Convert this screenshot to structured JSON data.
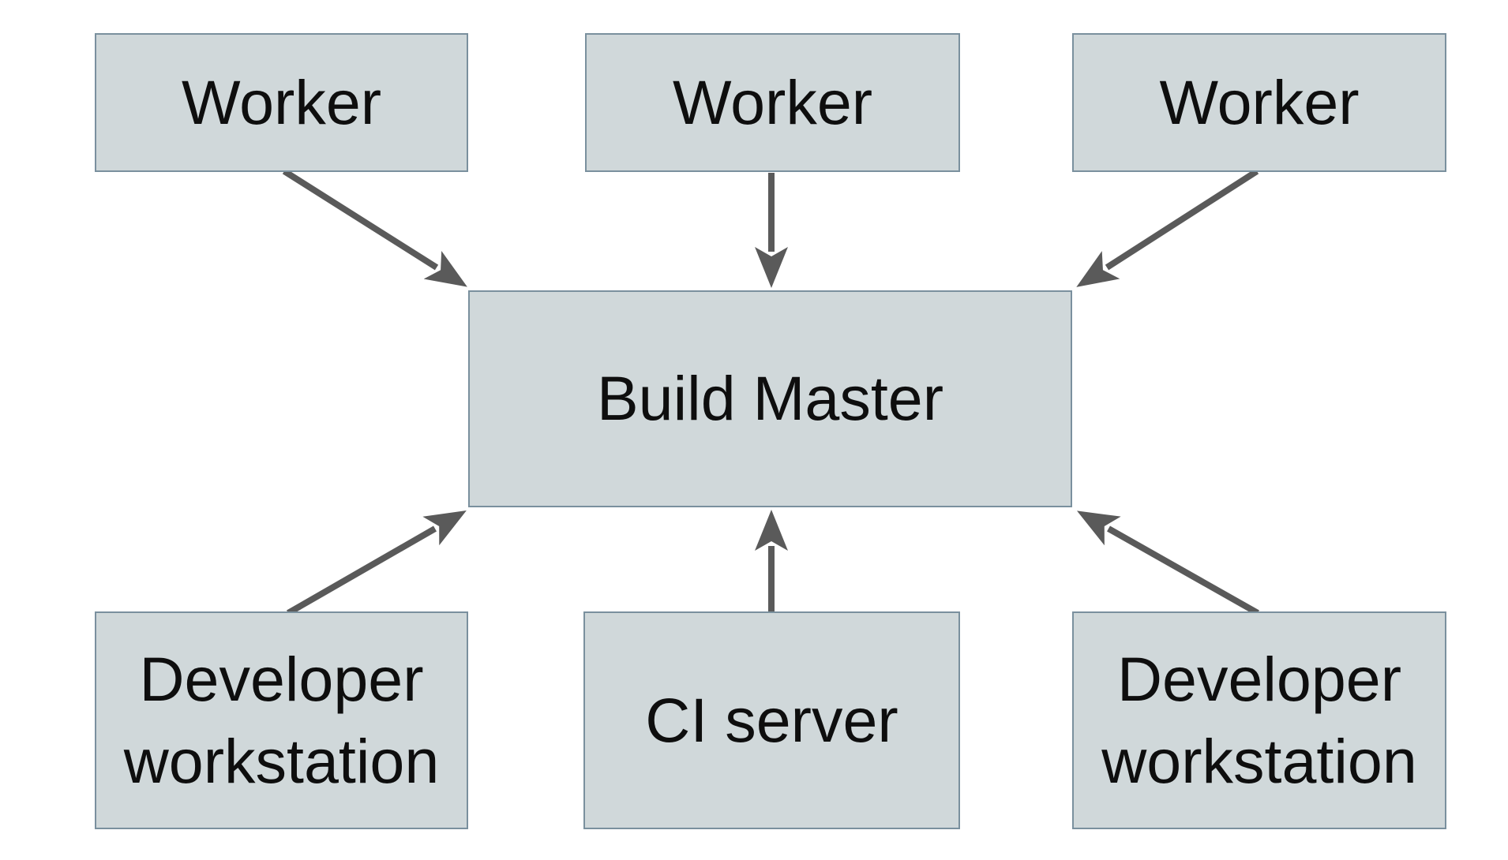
{
  "diagram": {
    "type": "flow-diagram",
    "nodes": [
      {
        "id": "worker-1",
        "label": "Worker"
      },
      {
        "id": "worker-2",
        "label": "Worker"
      },
      {
        "id": "worker-3",
        "label": "Worker"
      },
      {
        "id": "build-master",
        "label": "Build Master"
      },
      {
        "id": "developer-workstation-left",
        "label": "Developer workstation"
      },
      {
        "id": "ci-server",
        "label": "CI server"
      },
      {
        "id": "developer-workstation-right",
        "label": "Developer workstation"
      }
    ],
    "edges": [
      {
        "from": "worker-1",
        "to": "build-master"
      },
      {
        "from": "worker-2",
        "to": "build-master"
      },
      {
        "from": "worker-3",
        "to": "build-master"
      },
      {
        "from": "developer-workstation-left",
        "to": "build-master"
      },
      {
        "from": "ci-server",
        "to": "build-master"
      },
      {
        "from": "developer-workstation-right",
        "to": "build-master"
      }
    ],
    "colors": {
      "background": "#ffffff",
      "node_fill": "#d0d8da",
      "node_border": "#7a909e",
      "arrow": "#5a5a5a",
      "text": "#0e0e0e"
    }
  }
}
